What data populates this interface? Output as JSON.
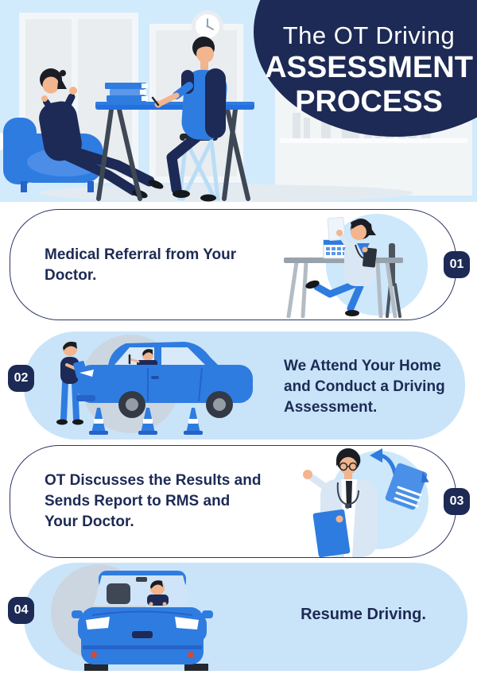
{
  "palette": {
    "navy": "#1d2a55",
    "blue": "#2f7ce0",
    "blue_dark": "#2563c9",
    "blue_mid": "#5b97ea",
    "hero_bg": "#d2ebfc",
    "card_blue": "#c9e4f9",
    "circle_blue": "#cde7fb",
    "circle_gray": "#ccd6e0",
    "page_bg": "#ffffff",
    "text": "#1d2a55",
    "skin": "#f2b58e",
    "badge_bg": "#1d2a55",
    "badge_text": "#ffffff"
  },
  "header": {
    "title_line1": "The OT Driving",
    "title_line2": "ASSESSMENT",
    "title_line3": "PROCESS"
  },
  "steps": [
    {
      "number": "01",
      "lines": [
        "Medical Referral from Your",
        "Doctor."
      ],
      "illustration": "ot-receptionist-at-desk"
    },
    {
      "number": "02",
      "lines": [
        "We Attend Your Home",
        "and Conduct a Driving",
        "Assessment."
      ],
      "illustration": "driving-assessment-car-with-cones"
    },
    {
      "number": "03",
      "lines": [
        "OT Discusses the Results and",
        "Sends Report to RMS and",
        "Your Doctor."
      ],
      "illustration": "doctor-sending-report"
    },
    {
      "number": "04",
      "lines": [
        "Resume Driving."
      ],
      "illustration": "car-front-view-driver"
    }
  ]
}
